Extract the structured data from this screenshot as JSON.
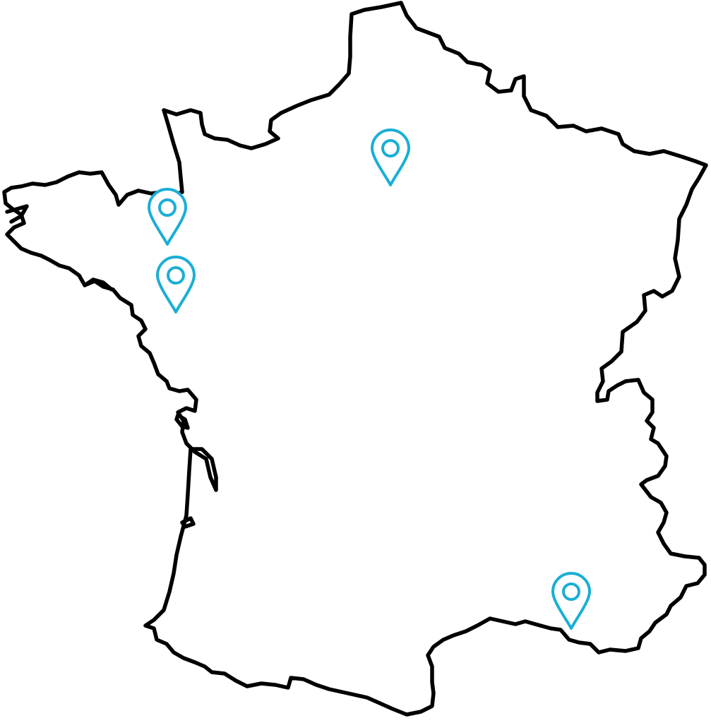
{
  "map": {
    "country": "France",
    "outline_color": "#000000",
    "background_color": "#ffffff"
  },
  "markers": {
    "color": "#1aaed6",
    "icon": "map-pin-icon",
    "items": [
      {
        "id": "pin-paris"
      },
      {
        "id": "pin-saint-malo"
      },
      {
        "id": "pin-rennes"
      },
      {
        "id": "pin-marseille"
      }
    ]
  }
}
